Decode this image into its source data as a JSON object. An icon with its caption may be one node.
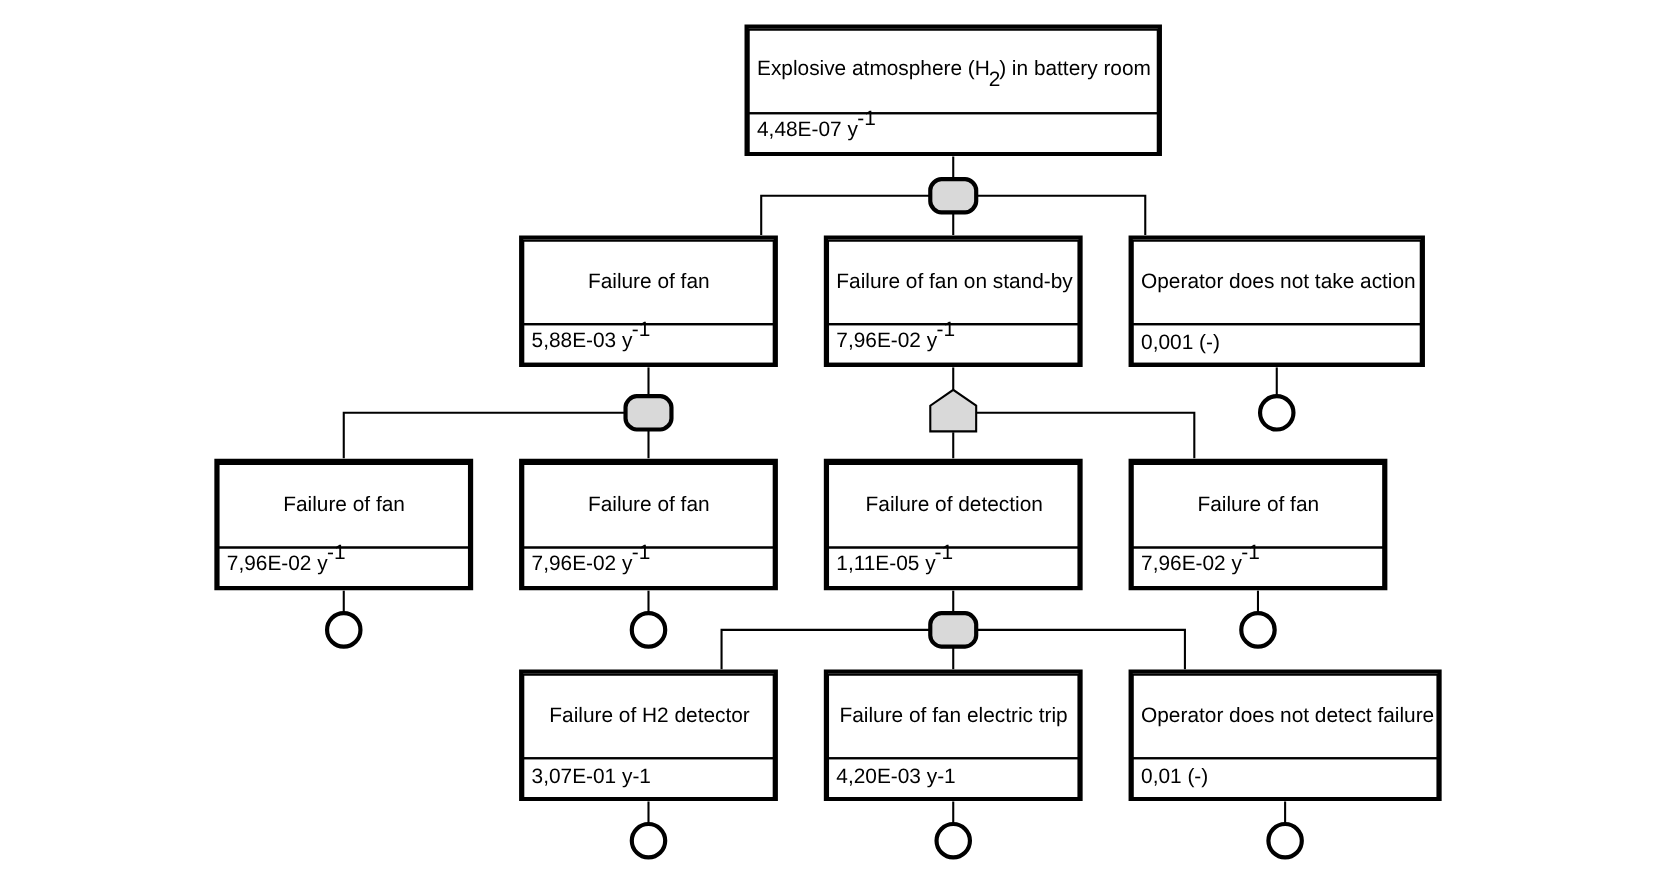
{
  "diagram": {
    "nodes": [
      {
        "text": [
          "Explosive atmosphere (H$_{2}$) in battery room",
          "4,48E-07 y$^{-1}$"
        ]
      },
      {
        "text": [],
        "shape": "semicircle"
      },
      {
        "text": [
          "Failure of fan",
          "5,88E-03 y$^{-1}$"
        ]
      },
      {
        "text": [],
        "shape": "semicircle"
      },
      {
        "text": [
          "Failure of fan on stand-by",
          "7,96E-02 y$^{-1}$"
        ]
      },
      {
        "text": [],
        "shape": "arch"
      },
      {
        "text": [
          "Operator does not take action",
          "0,001 (-)"
        ]
      },
      {
        "text": [],
        "shape": "circle"
      },
      {
        "text": [
          "Failure of fan",
          "7,96E-02 y$^{-1}$"
        ]
      },
      {
        "text": [],
        "shape": "circle"
      },
      {
        "text": [
          "Failure of fan",
          "7,96E-02 y$^{-1}$"
        ]
      },
      {
        "text": [],
        "shape": "circle"
      },
      {
        "text": [
          "Failure of detection",
          "1,11E-05 y$^{-1}$"
        ]
      },
      {
        "text": [],
        "shape": "semicircle"
      },
      {
        "text": [
          "Failure of fan",
          "7,96E-02 y$^{-1}$"
        ]
      },
      {
        "text": [],
        "shape": "circle"
      },
      {
        "text": [
          "Failure of H2 detector",
          "3,07E-01 y-1"
        ]
      },
      {
        "text": [],
        "shape": "circle"
      },
      {
        "text": [
          "Failure of fan electric trip",
          "4,20E-03 y-1"
        ]
      },
      {
        "text": [],
        "shape": "circle"
      },
      {
        "text": [
          "Operator does not detect failure",
          "0,01 (-)"
        ]
      },
      {
        "text": [],
        "shape": "circle"
      }
    ],
    "edges": [
      {
        "from": 0,
        "to": 1,
        "arrow": "none"
      },
      {
        "from": 1,
        "to": 2,
        "arrow": "none"
      },
      {
        "from": 1,
        "to": 4,
        "arrow": "none"
      },
      {
        "from": 1,
        "to": 6,
        "arrow": "none"
      },
      {
        "from": 2,
        "to": 3,
        "arrow": "none"
      },
      {
        "from": 3,
        "to": 8,
        "arrow": "none"
      },
      {
        "from": 3,
        "to": 10,
        "arrow": "none"
      },
      {
        "from": 4,
        "to": 5,
        "arrow": "none"
      },
      {
        "from": 5,
        "to": 12,
        "arrow": "none"
      },
      {
        "from": 5,
        "to": 14,
        "arrow": "none"
      },
      {
        "from": 6,
        "to": 7,
        "arrow": "none"
      },
      {
        "from": 8,
        "to": 9,
        "arrow": "none"
      },
      {
        "from": 10,
        "to": 11,
        "arrow": "none"
      },
      {
        "from": 12,
        "to": 13,
        "arrow": "none"
      },
      {
        "from": 13,
        "to": 16,
        "arrow": "none"
      },
      {
        "from": 13,
        "to": 18,
        "arrow": "none"
      },
      {
        "from": 13,
        "to": 20,
        "arrow": "none"
      },
      {
        "from": 14,
        "to": 15,
        "arrow": "none"
      },
      {
        "from": 16,
        "to": 17,
        "arrow": "none"
      },
      {
        "from": 18,
        "to": 19,
        "arrow": "none"
      },
      {
        "from": 20,
        "to": 21,
        "arrow": "none"
      }
    ]
  }
}
